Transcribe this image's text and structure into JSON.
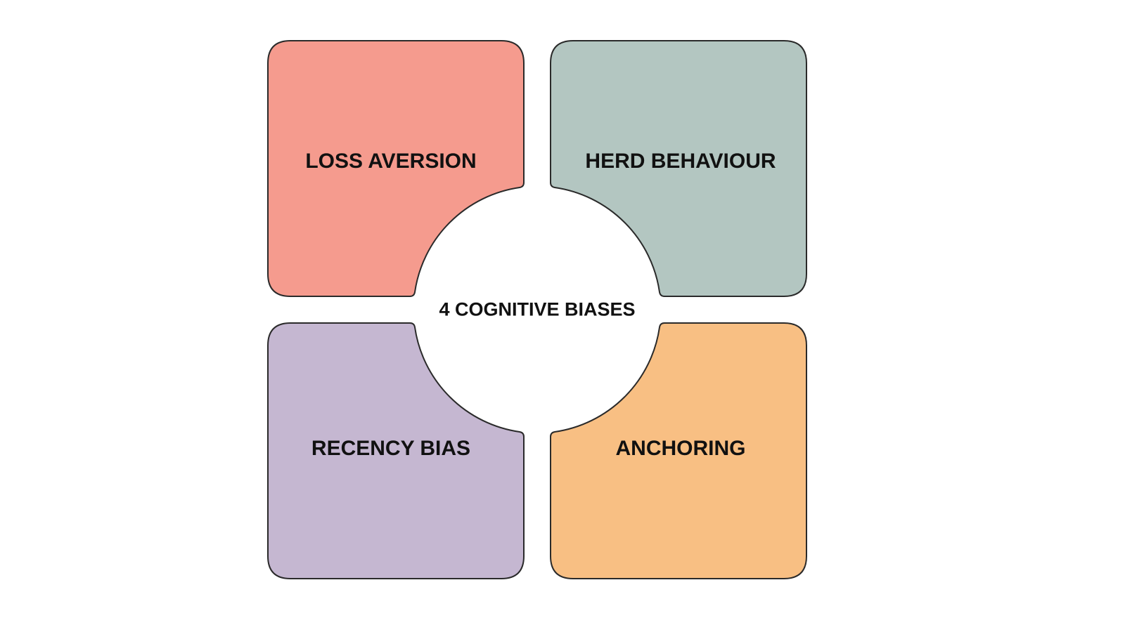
{
  "title": "4 COGNITIVE BIASES",
  "quadrants": [
    {
      "label": "LOSS AVERSION",
      "color": "#f59b8e"
    },
    {
      "label": "HERD BEHAVIOUR",
      "color": "#b3c6c1"
    },
    {
      "label": "RECENCY BIAS",
      "color": "#c5b7d1"
    },
    {
      "label": "ANCHORING",
      "color": "#f8bf83"
    }
  ],
  "stroke_color": "#2a2a2a"
}
